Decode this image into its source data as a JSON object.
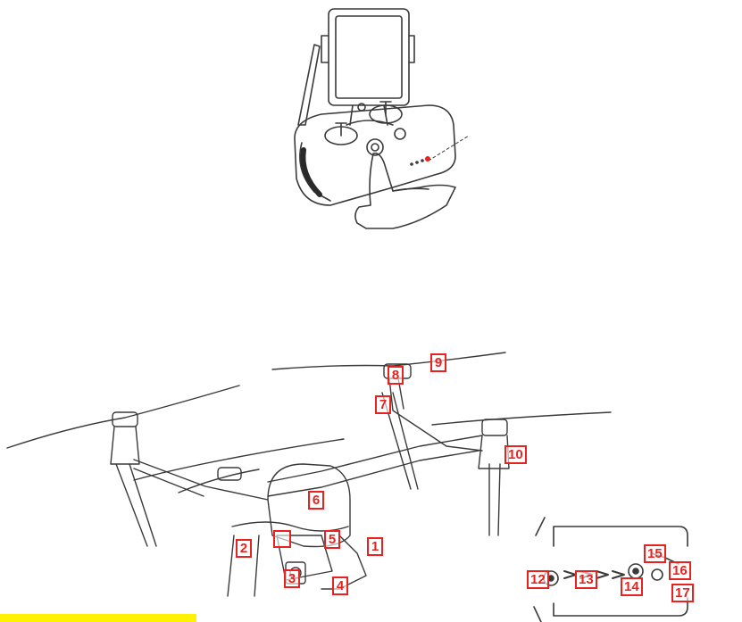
{
  "colors": {
    "callout": "#e8231f",
    "line": "#3a3a3a",
    "led": "#e8231f",
    "highlight": "#fff200"
  },
  "callouts": [
    "1",
    "2",
    "3",
    "4",
    "5",
    "6",
    "7",
    "8",
    "9",
    "10",
    "12",
    "13",
    "14",
    "15",
    "16",
    "17"
  ],
  "figures": {
    "remote_controller": {
      "icon": "remote-controller-icon",
      "led_count": 4
    },
    "aircraft": {
      "icon": "quadcopter-drone-icon"
    },
    "connector_detail": {
      "icon": "connector-detail-icon"
    }
  }
}
